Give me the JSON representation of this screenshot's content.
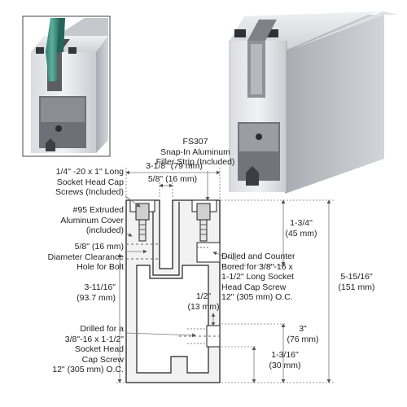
{
  "colors": {
    "aluminum_light": "#e4e6ea",
    "aluminum_mid": "#c6c9ce",
    "aluminum_dark": "#8d9096",
    "glass": "#3c8f80",
    "line": "#222222",
    "dim_line": "#777777"
  },
  "labels": {
    "fs307": "FS307\nSnap-In Aluminum\nFiller Strip (Included)",
    "width_total": "3-1/8\" (79 mm)",
    "slot_width": "5/8\" (16 mm)",
    "cap_screws": "1/4\" -20 x 1\" Long\nSocket Head Cap\nScrews (Included)",
    "cover": "#95 Extruded\nAluminum Cover\n(included)",
    "clearance": "5/8\" (16 mm)\nDiameter Clearance\nHole for Bolt",
    "upper_dim": "1-3/4\"\n(45 mm)",
    "total_height": "5-15/16\"\n(151 mm)",
    "counterbore": "Drilled and Counter\nBored for 3/8\"-16 x\n1-1/2\" Long Socket\nHead Cap Screw\n12\" (305 mm) O.C.",
    "bolt_height": "3-11/16\"\n(93.7 mm)",
    "half_inch": "1/2\"\n(13 mm)",
    "three_inch": "3\"\n(76 mm)",
    "lower_drill": "Drilled for a\n3/8\"-16 x 1-1/2\"\nSocket Head\nCap Screw\n12\" (305 mm) O.C.",
    "bottom_dim": "1-3/16\"\n(30 mm)"
  }
}
